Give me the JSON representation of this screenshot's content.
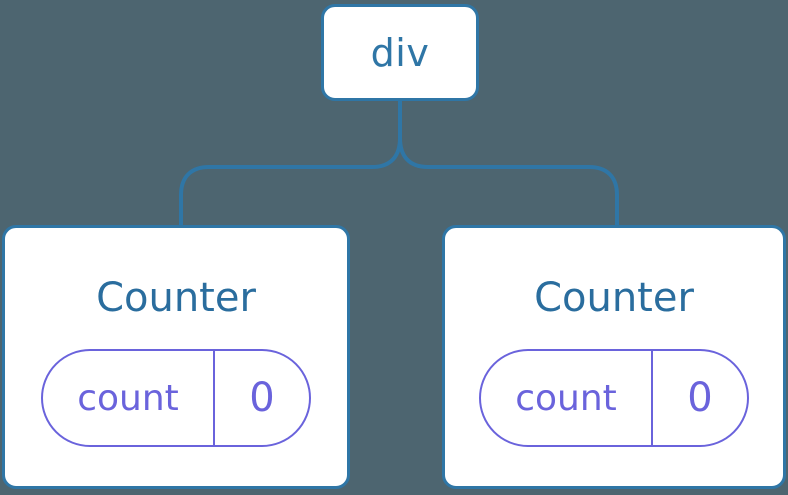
{
  "diagram": {
    "type": "component-tree",
    "root": {
      "label": "div"
    },
    "children": [
      {
        "name": "Counter",
        "state": {
          "key": "count",
          "value": "0"
        }
      },
      {
        "name": "Counter",
        "state": {
          "key": "count",
          "value": "0"
        }
      }
    ],
    "colors": {
      "background": "#4D6570",
      "connector_blue": "#2F76A6",
      "component_name_blue": "#2A6D9E",
      "state_purple": "#6A63DC",
      "node_fill": "#FFFFFF"
    }
  }
}
